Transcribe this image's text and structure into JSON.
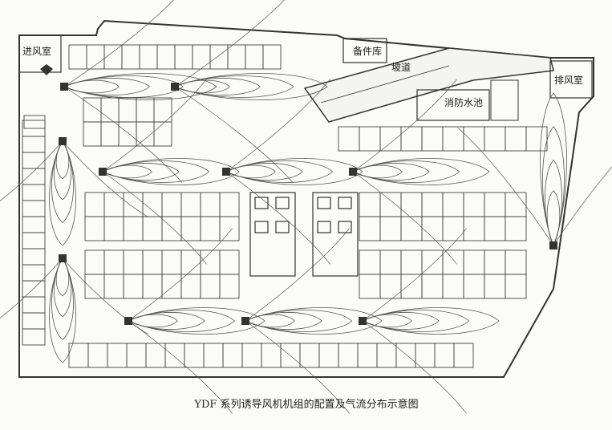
{
  "diagram": {
    "caption": "YDF 系列诱导风机机组的配置及气流分布示意图",
    "rooms": {
      "intake_room": "进风室",
      "spare_storage": "备件库",
      "ramp": "坡道",
      "fire_pool": "消防水池",
      "exhaust_room": "排风室"
    }
  }
}
